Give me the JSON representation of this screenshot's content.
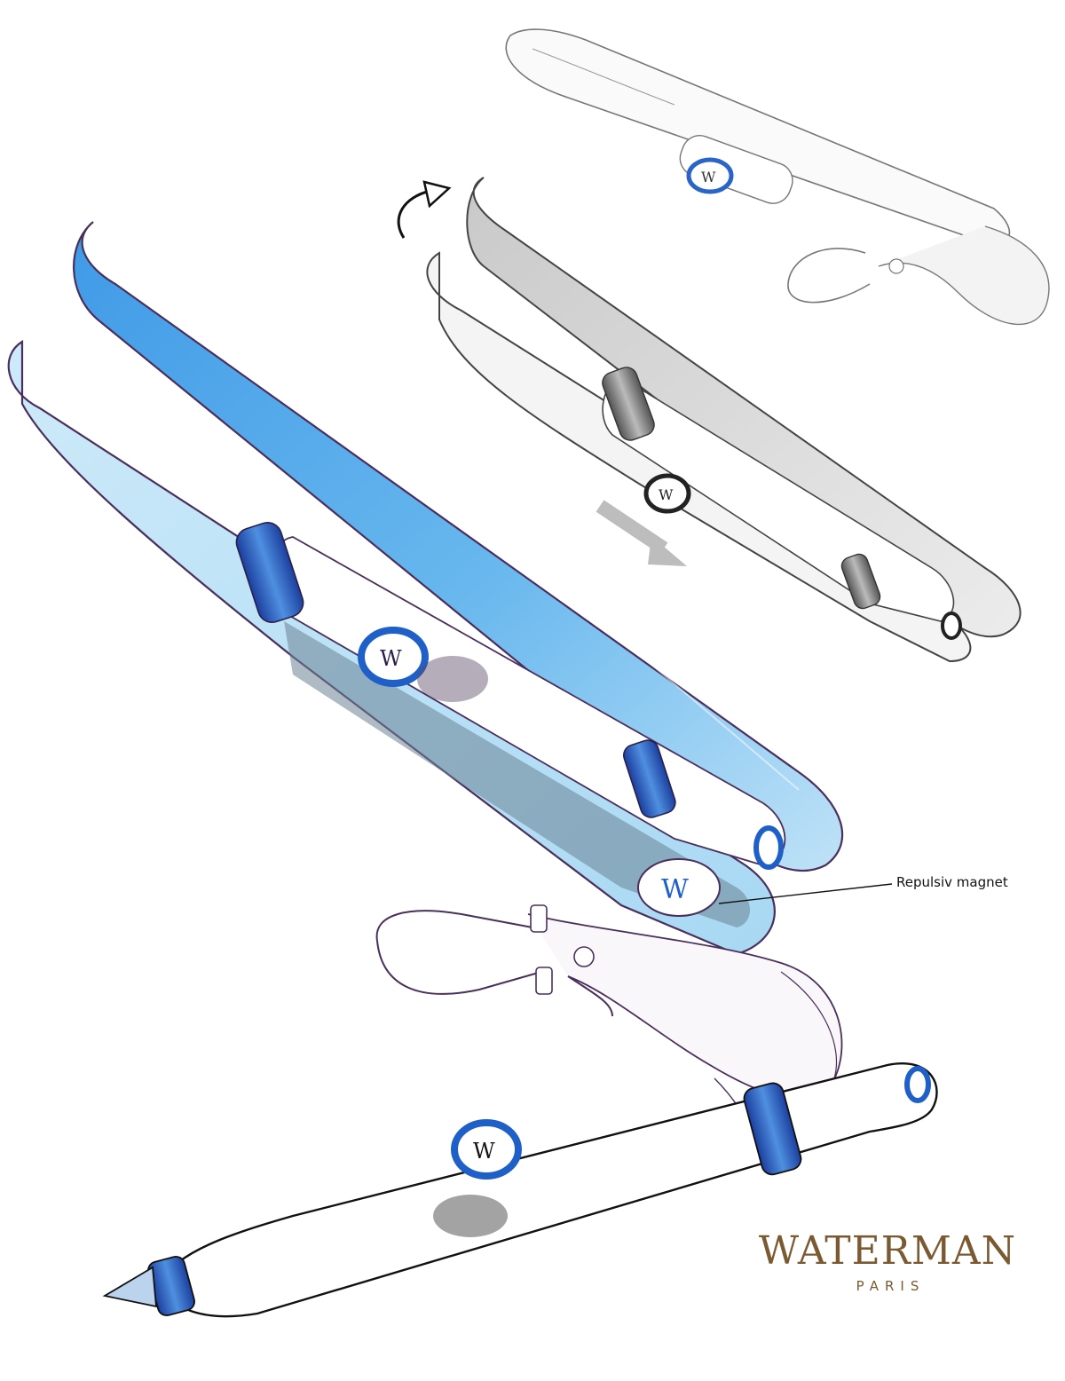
{
  "annotation": {
    "label": "Repulsiv magnet"
  },
  "logo": {
    "name": "WATERMAN",
    "city": "PARIS"
  },
  "colors": {
    "case_blue": "#3f9ae6",
    "case_blue_light": "#bfe2f7",
    "accent_blue": "#1f5fc8",
    "outline_purple": "#4a2f5c",
    "sketch_gray": "#9a9a9a",
    "logo_brown": "#7b5a32"
  }
}
